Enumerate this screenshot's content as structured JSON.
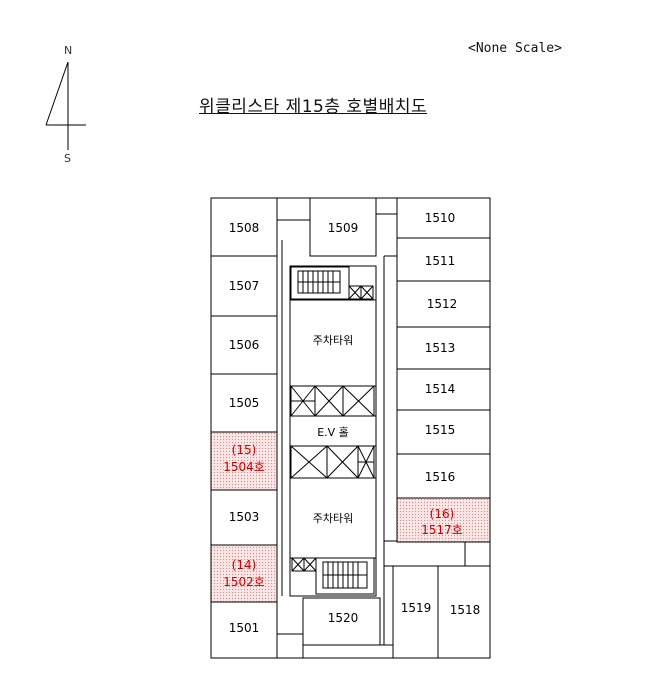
{
  "header": {
    "title": "위클리스타 제15층 호별배치도",
    "scale_note": "<None Scale>"
  },
  "compass": {
    "north": "N",
    "south": "S"
  },
  "rooms": {
    "r1508": "1508",
    "r1509": "1509",
    "r1510": "1510",
    "r1511": "1511",
    "r1507": "1507",
    "r1512": "1512",
    "r1506": "1506",
    "r1513": "1513",
    "r1505": "1505",
    "r1514": "1514",
    "r1515": "1515",
    "r1516": "1516",
    "r1503": "1503",
    "r1501": "1501",
    "r1520": "1520",
    "r1519": "1519",
    "r1518": "1518"
  },
  "highlighted_rooms": {
    "r1504_num": "(15)",
    "r1504_label": "1504호",
    "r1517_num": "(16)",
    "r1517_label": "1517호",
    "r1502_num": "(14)",
    "r1502_label": "1502호"
  },
  "core": {
    "parking_tower_1": "주차타워",
    "parking_tower_2": "주차타워",
    "ev_hall": "E.V 홀"
  },
  "colors": {
    "line": "#000000",
    "highlight_fill": "#f3d3d3",
    "highlight_text": "#cc0000"
  }
}
